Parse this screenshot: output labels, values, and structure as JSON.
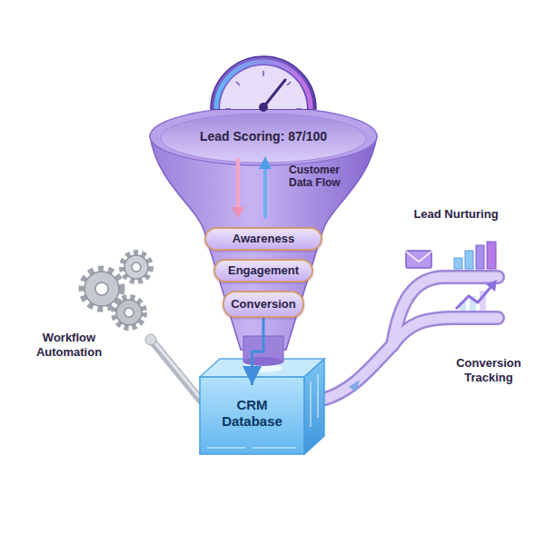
{
  "diagram": {
    "nodes": [
      {
        "text": [
          "Lead Scoring: 87/100",
          "Customer Data Flow"
        ]
      },
      {
        "text": [
          "Awareness"
        ],
        "in": 0
      },
      {
        "text": [
          "Engagement"
        ],
        "in": 0
      },
      {
        "text": [
          "Conversion"
        ],
        "in": 0
      },
      {
        "text": [
          "CRM Database"
        ]
      }
    ],
    "edges": [
      {
        "from": 3,
        "to": 4,
        "arrow": "to"
      }
    ],
    "labels": [
      "Workflow Automation",
      "Lead Nurturing",
      "Conversion Tracking"
    ]
  }
}
